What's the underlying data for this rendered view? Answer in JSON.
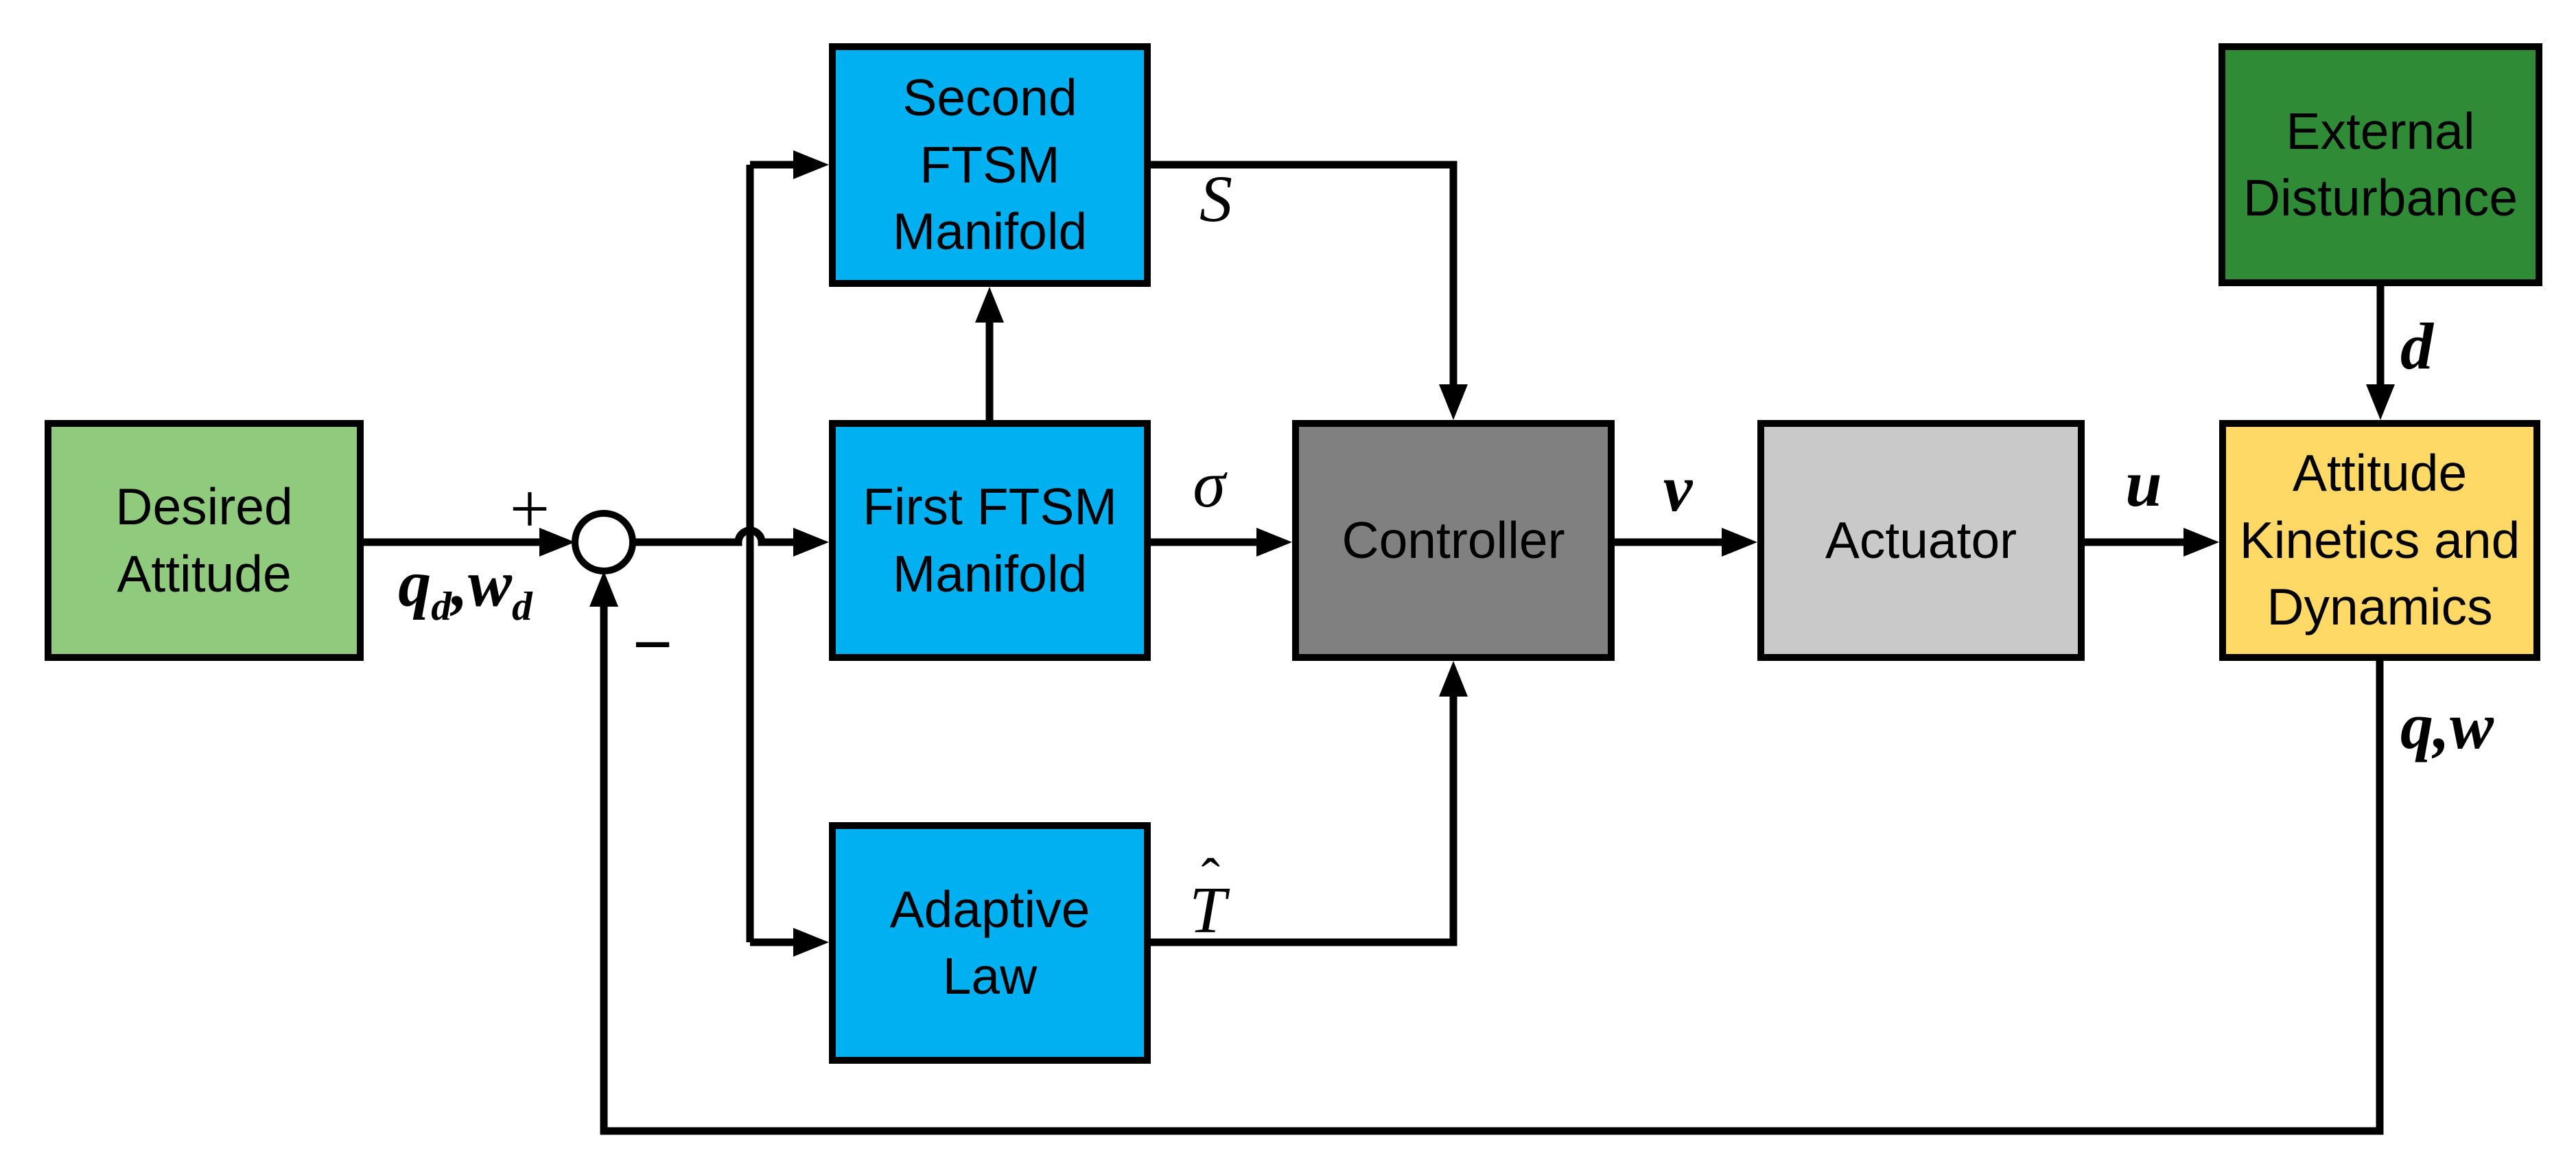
{
  "blocks": {
    "desired_attitude": {
      "label": "Desired Attitude",
      "color": "#90CB7D"
    },
    "second_ftsm": {
      "label": "Second FTSM Manifold",
      "color": "#00B0F0"
    },
    "first_ftsm": {
      "label": "First FTSM Manifold",
      "color": "#00B0F0"
    },
    "adaptive_law": {
      "label": "Adaptive Law",
      "color": "#00B0F0"
    },
    "controller": {
      "label": "Controller",
      "color": "#808080"
    },
    "actuator": {
      "label": "Actuator",
      "color": "#C9C9C9"
    },
    "attitude_kinetics": {
      "label": "Attitude Kinetics and Dynamics",
      "color": "#FFD966"
    },
    "external_disturbance": {
      "label": "External Disturbance",
      "color": "#2F8B35"
    }
  },
  "signals": {
    "plus": "+",
    "minus": "−",
    "desired_output": {
      "q": "q",
      "sub1": "d",
      "comma": ",",
      "w": "w",
      "sub2": "d"
    },
    "S": "S",
    "sigma": "σ",
    "T_hat": {
      "accent": "ˆ",
      "base": "T"
    },
    "v": "v",
    "u": "u",
    "d": "d",
    "qw": "q,w"
  },
  "style": {
    "line_color": "#000000",
    "junction_fill": "#ffffff",
    "background": "#ffffff"
  }
}
